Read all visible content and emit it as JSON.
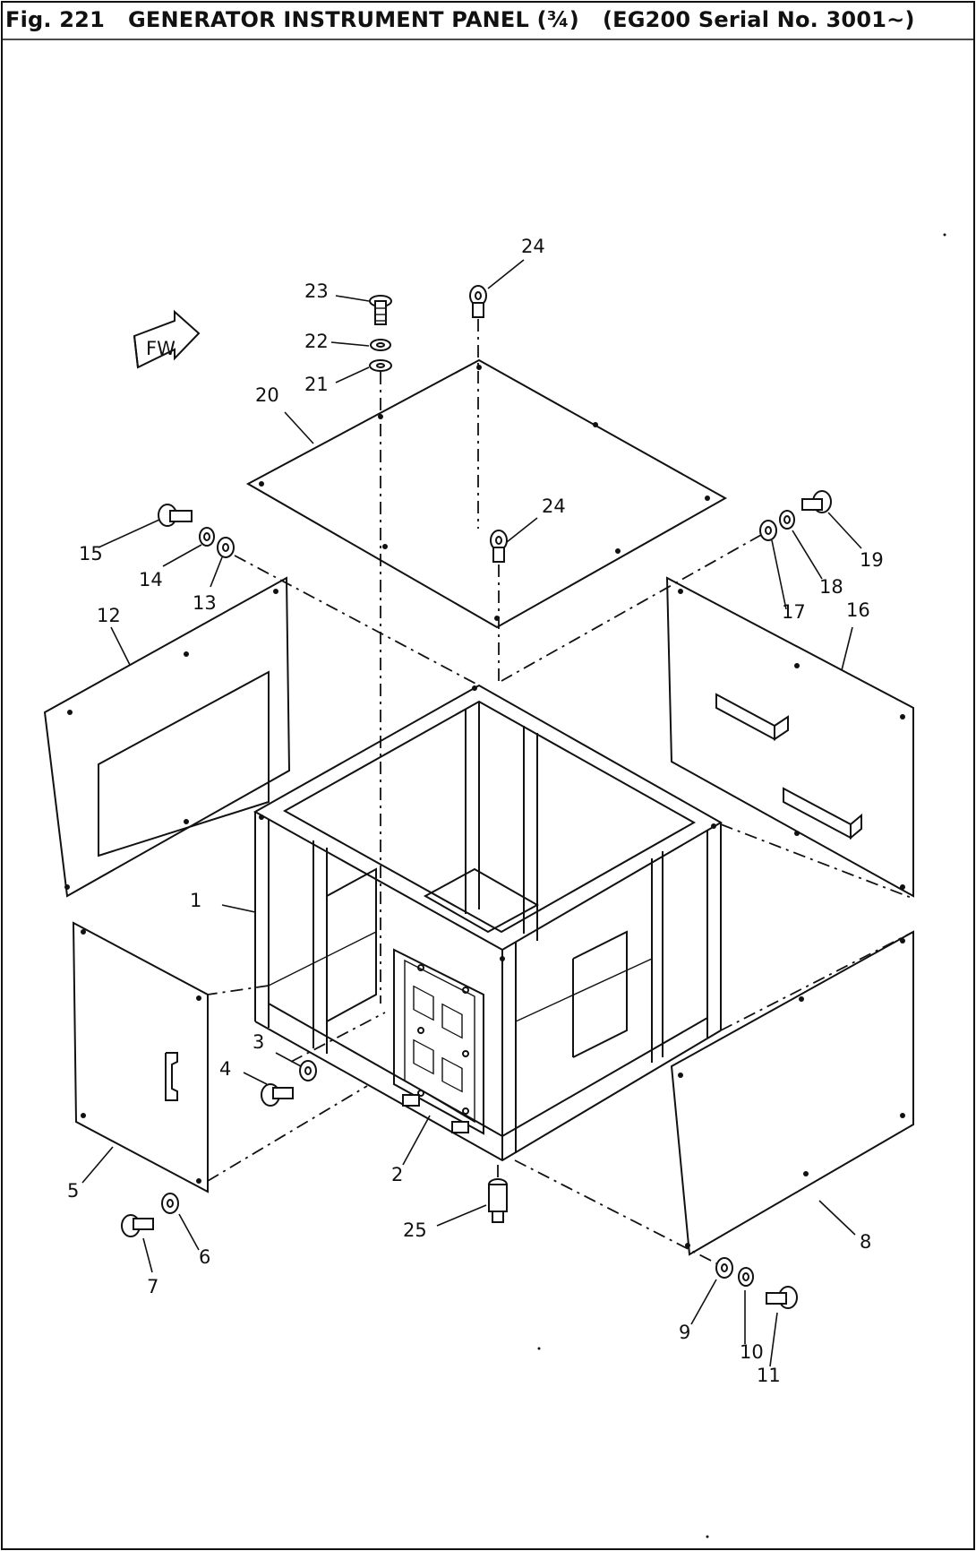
{
  "figure": {
    "fig_no": "Fig. 221",
    "title": "GENERATOR INSTRUMENT PANEL (¾)",
    "model_serial": "(EG200 Serial No. 3001~)"
  },
  "direction_marker": "FW",
  "callouts": [
    "1",
    "2",
    "3",
    "4",
    "5",
    "6",
    "7",
    "8",
    "9",
    "10",
    "11",
    "12",
    "13",
    "14",
    "15",
    "16",
    "17",
    "18",
    "19",
    "20",
    "21",
    "22",
    "23",
    "24",
    "24",
    "25"
  ]
}
